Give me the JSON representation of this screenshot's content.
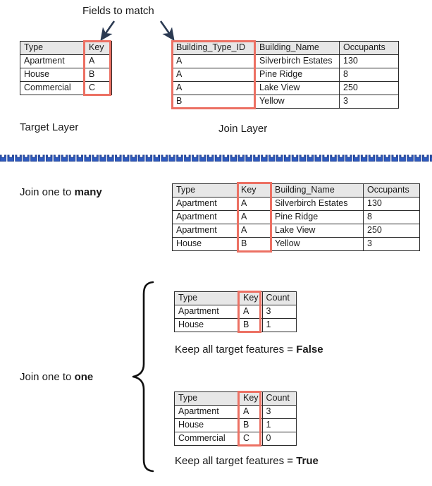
{
  "annotations": {
    "fields_to_match": "Fields to match",
    "target_layer": "Target Layer",
    "join_layer": "Join Layer",
    "join_one_to_many_prefix": "Join one to ",
    "join_one_to_many_emphasis": "many",
    "join_one_to_one_prefix": "Join one to ",
    "join_one_to_one_emphasis": "one",
    "keep_all_prefix": "Keep all target features = ",
    "keep_all_false": "False",
    "keep_all_true": "True"
  },
  "colors": {
    "highlight_red": "#ec7063",
    "header_gray": "#e7e7e7",
    "border_dark": "#2b2b2b",
    "divider_blue_fill": "#2f5bbf",
    "divider_blue_stroke": "#1f3f8f",
    "text": "#1a1a1a"
  },
  "tables": {
    "target_layer": {
      "headers": [
        "Type",
        "Key"
      ],
      "rows": [
        [
          "Apartment",
          "A"
        ],
        [
          "House",
          "B"
        ],
        [
          "Commercial",
          "C"
        ]
      ]
    },
    "join_layer": {
      "headers": [
        "Building_Type_ID",
        "Building_Name",
        "Occupants"
      ],
      "rows": [
        [
          "A",
          "Silverbirch Estates",
          "130"
        ],
        [
          "A",
          "Pine Ridge",
          "8"
        ],
        [
          "A",
          "Lake View",
          "250"
        ],
        [
          "B",
          "Yellow",
          "3"
        ]
      ]
    },
    "one_to_many_result": {
      "headers": [
        "Type",
        "Key",
        "Building_Name",
        "Occupants"
      ],
      "rows": [
        [
          "Apartment",
          "A",
          "Silverbirch Estates",
          "130"
        ],
        [
          "Apartment",
          "A",
          "Pine Ridge",
          "8"
        ],
        [
          "Apartment",
          "A",
          "Lake View",
          "250"
        ],
        [
          "House",
          "B",
          "Yellow",
          "3"
        ]
      ]
    },
    "one_to_one_false": {
      "headers": [
        "Type",
        "Key",
        "Count"
      ],
      "rows": [
        [
          "Apartment",
          "A",
          "3"
        ],
        [
          "House",
          "B",
          "1"
        ]
      ]
    },
    "one_to_one_true": {
      "headers": [
        "Type",
        "Key",
        "Count"
      ],
      "rows": [
        [
          "Apartment",
          "A",
          "3"
        ],
        [
          "House",
          "B",
          "1"
        ],
        [
          "Commercial",
          "C",
          "0"
        ]
      ]
    }
  },
  "icons": {
    "arrow_left": "arrow-down-left-icon",
    "arrow_right": "arrow-down-right-icon",
    "brace": "curly-brace-icon",
    "divider": "dashed-divider-icon"
  }
}
